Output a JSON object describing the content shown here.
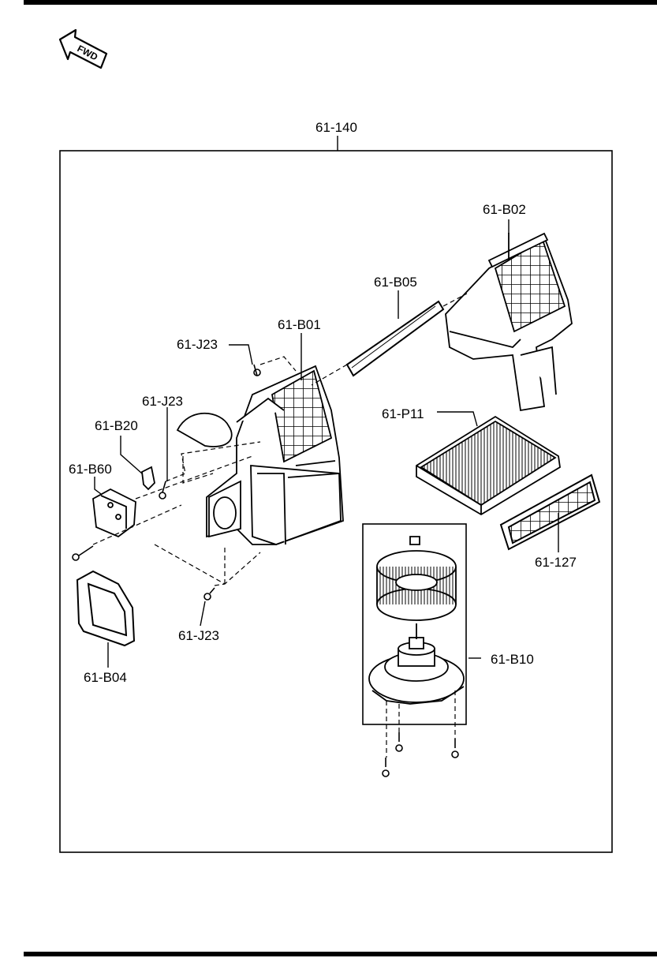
{
  "fwd_label": "FWD",
  "assembly": {
    "part_no": "61-140"
  },
  "callouts": {
    "b02": "61-B02",
    "b05": "61-B05",
    "b01": "61-B01",
    "j23_top": "61-J23",
    "j23_mid": "61-J23",
    "j23_bottom": "61-J23",
    "b20": "61-B20",
    "b60": "61-B60",
    "p11": "61-P11",
    "c127": "61-127",
    "b10": "61-B10",
    "b04": "61-B04"
  }
}
